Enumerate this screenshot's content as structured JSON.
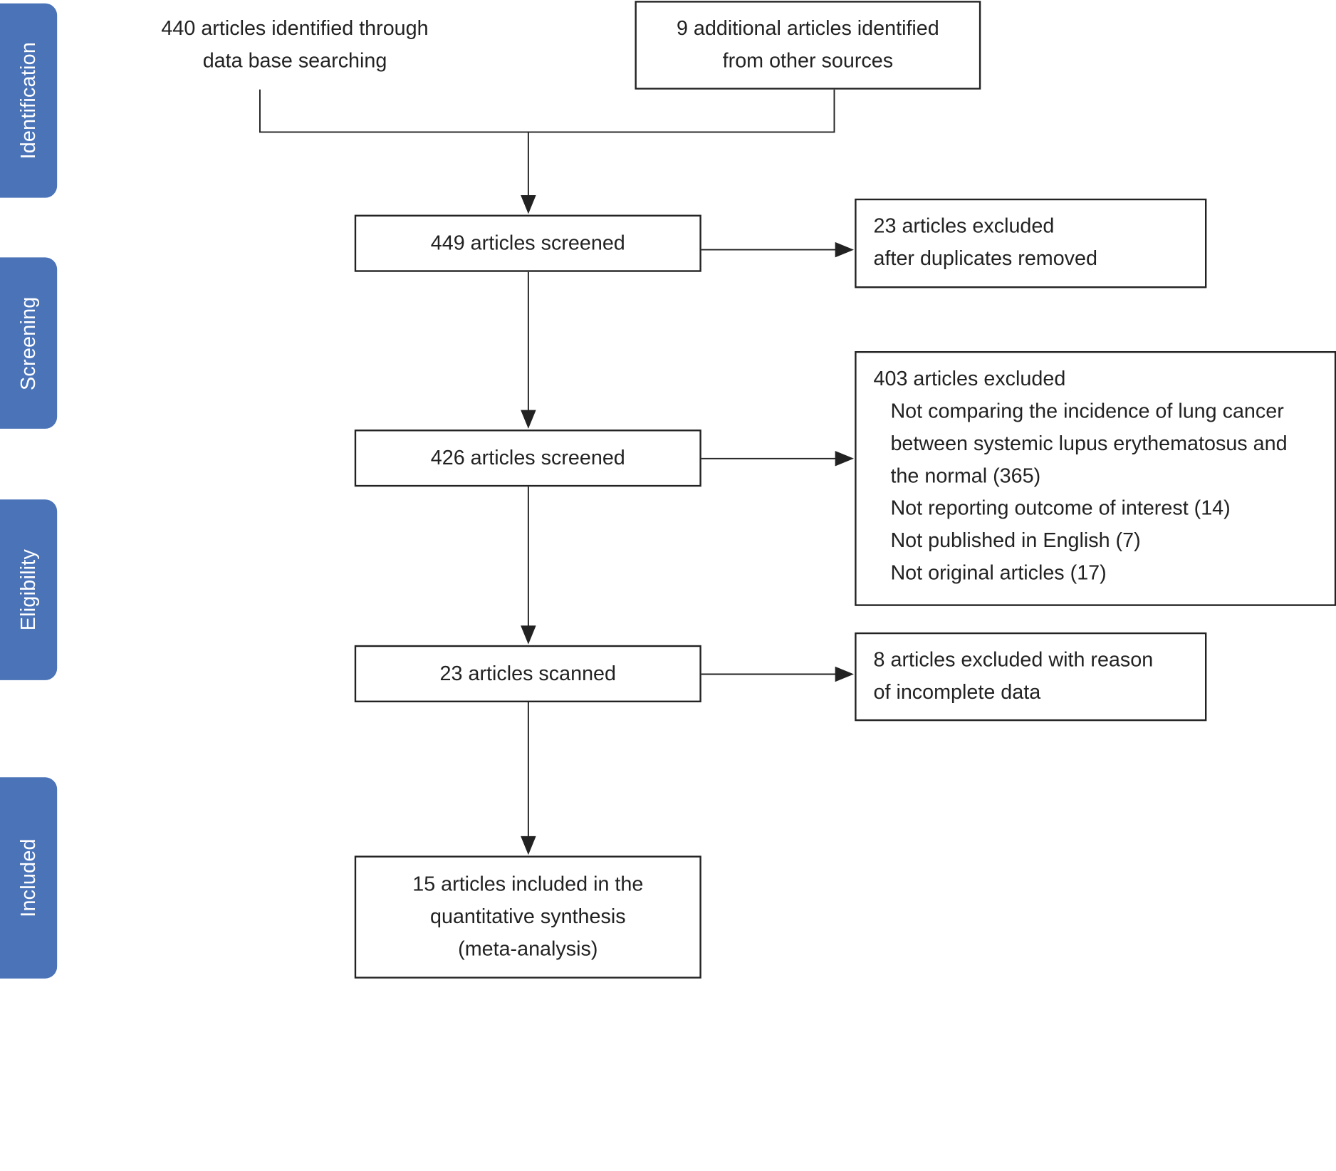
{
  "stages": {
    "identification": "Identification",
    "screening": "Screening",
    "eligibility": "Eligibility",
    "included": "Included"
  },
  "identification": {
    "database": {
      "line1": "440 articles identified through",
      "line2": "data base searching"
    },
    "other_sources": {
      "line1": "9 additional articles identified",
      "line2": "from other sources"
    }
  },
  "flow": {
    "screened_1": "449 articles screened",
    "screened_2": "426 articles screened",
    "scanned": "23 articles scanned",
    "included": {
      "line1": "15 articles included in the",
      "line2": "quantitative synthesis",
      "line3": "(meta-analysis)"
    }
  },
  "exclusions": {
    "duplicates": {
      "line1": "23 articles excluded",
      "line2": "after duplicates removed"
    },
    "screening": {
      "heading": "403 articles excluded",
      "reasons": [
        "Not comparing the incidence of lung cancer",
        "between systemic lupus erythematosus and",
        "the normal (365)",
        "Not reporting outcome of interest (14)",
        "Not published in English (7)",
        "Not original articles (17)"
      ]
    },
    "eligibility": {
      "line1": "8 articles excluded with reason",
      "line2": "of incomplete data"
    }
  },
  "colors": {
    "stage_tab": "#4a73b8",
    "stroke": "#222222",
    "text": "#222222"
  }
}
